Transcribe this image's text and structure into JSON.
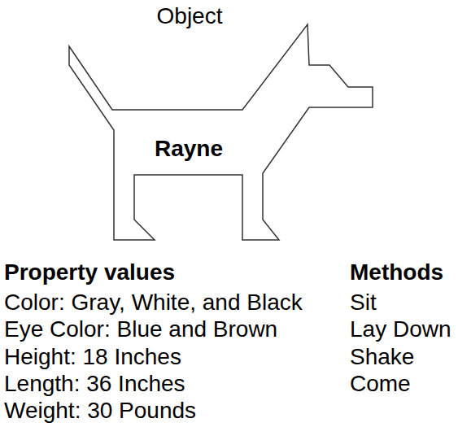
{
  "diagram": {
    "nodes": [
      {
        "text": [
          "Object",
          "Rayne"
        ]
      }
    ],
    "labels": [
      "Property values",
      "Color: Gray, White, and Black",
      "Eye Color: Blue and Brown",
      "Height: 18 Inches",
      "Length: 36 Inches",
      "Weight: 30 Pounds",
      "Methods",
      "Sit",
      "Lay Down",
      "Shake",
      "Come"
    ]
  }
}
